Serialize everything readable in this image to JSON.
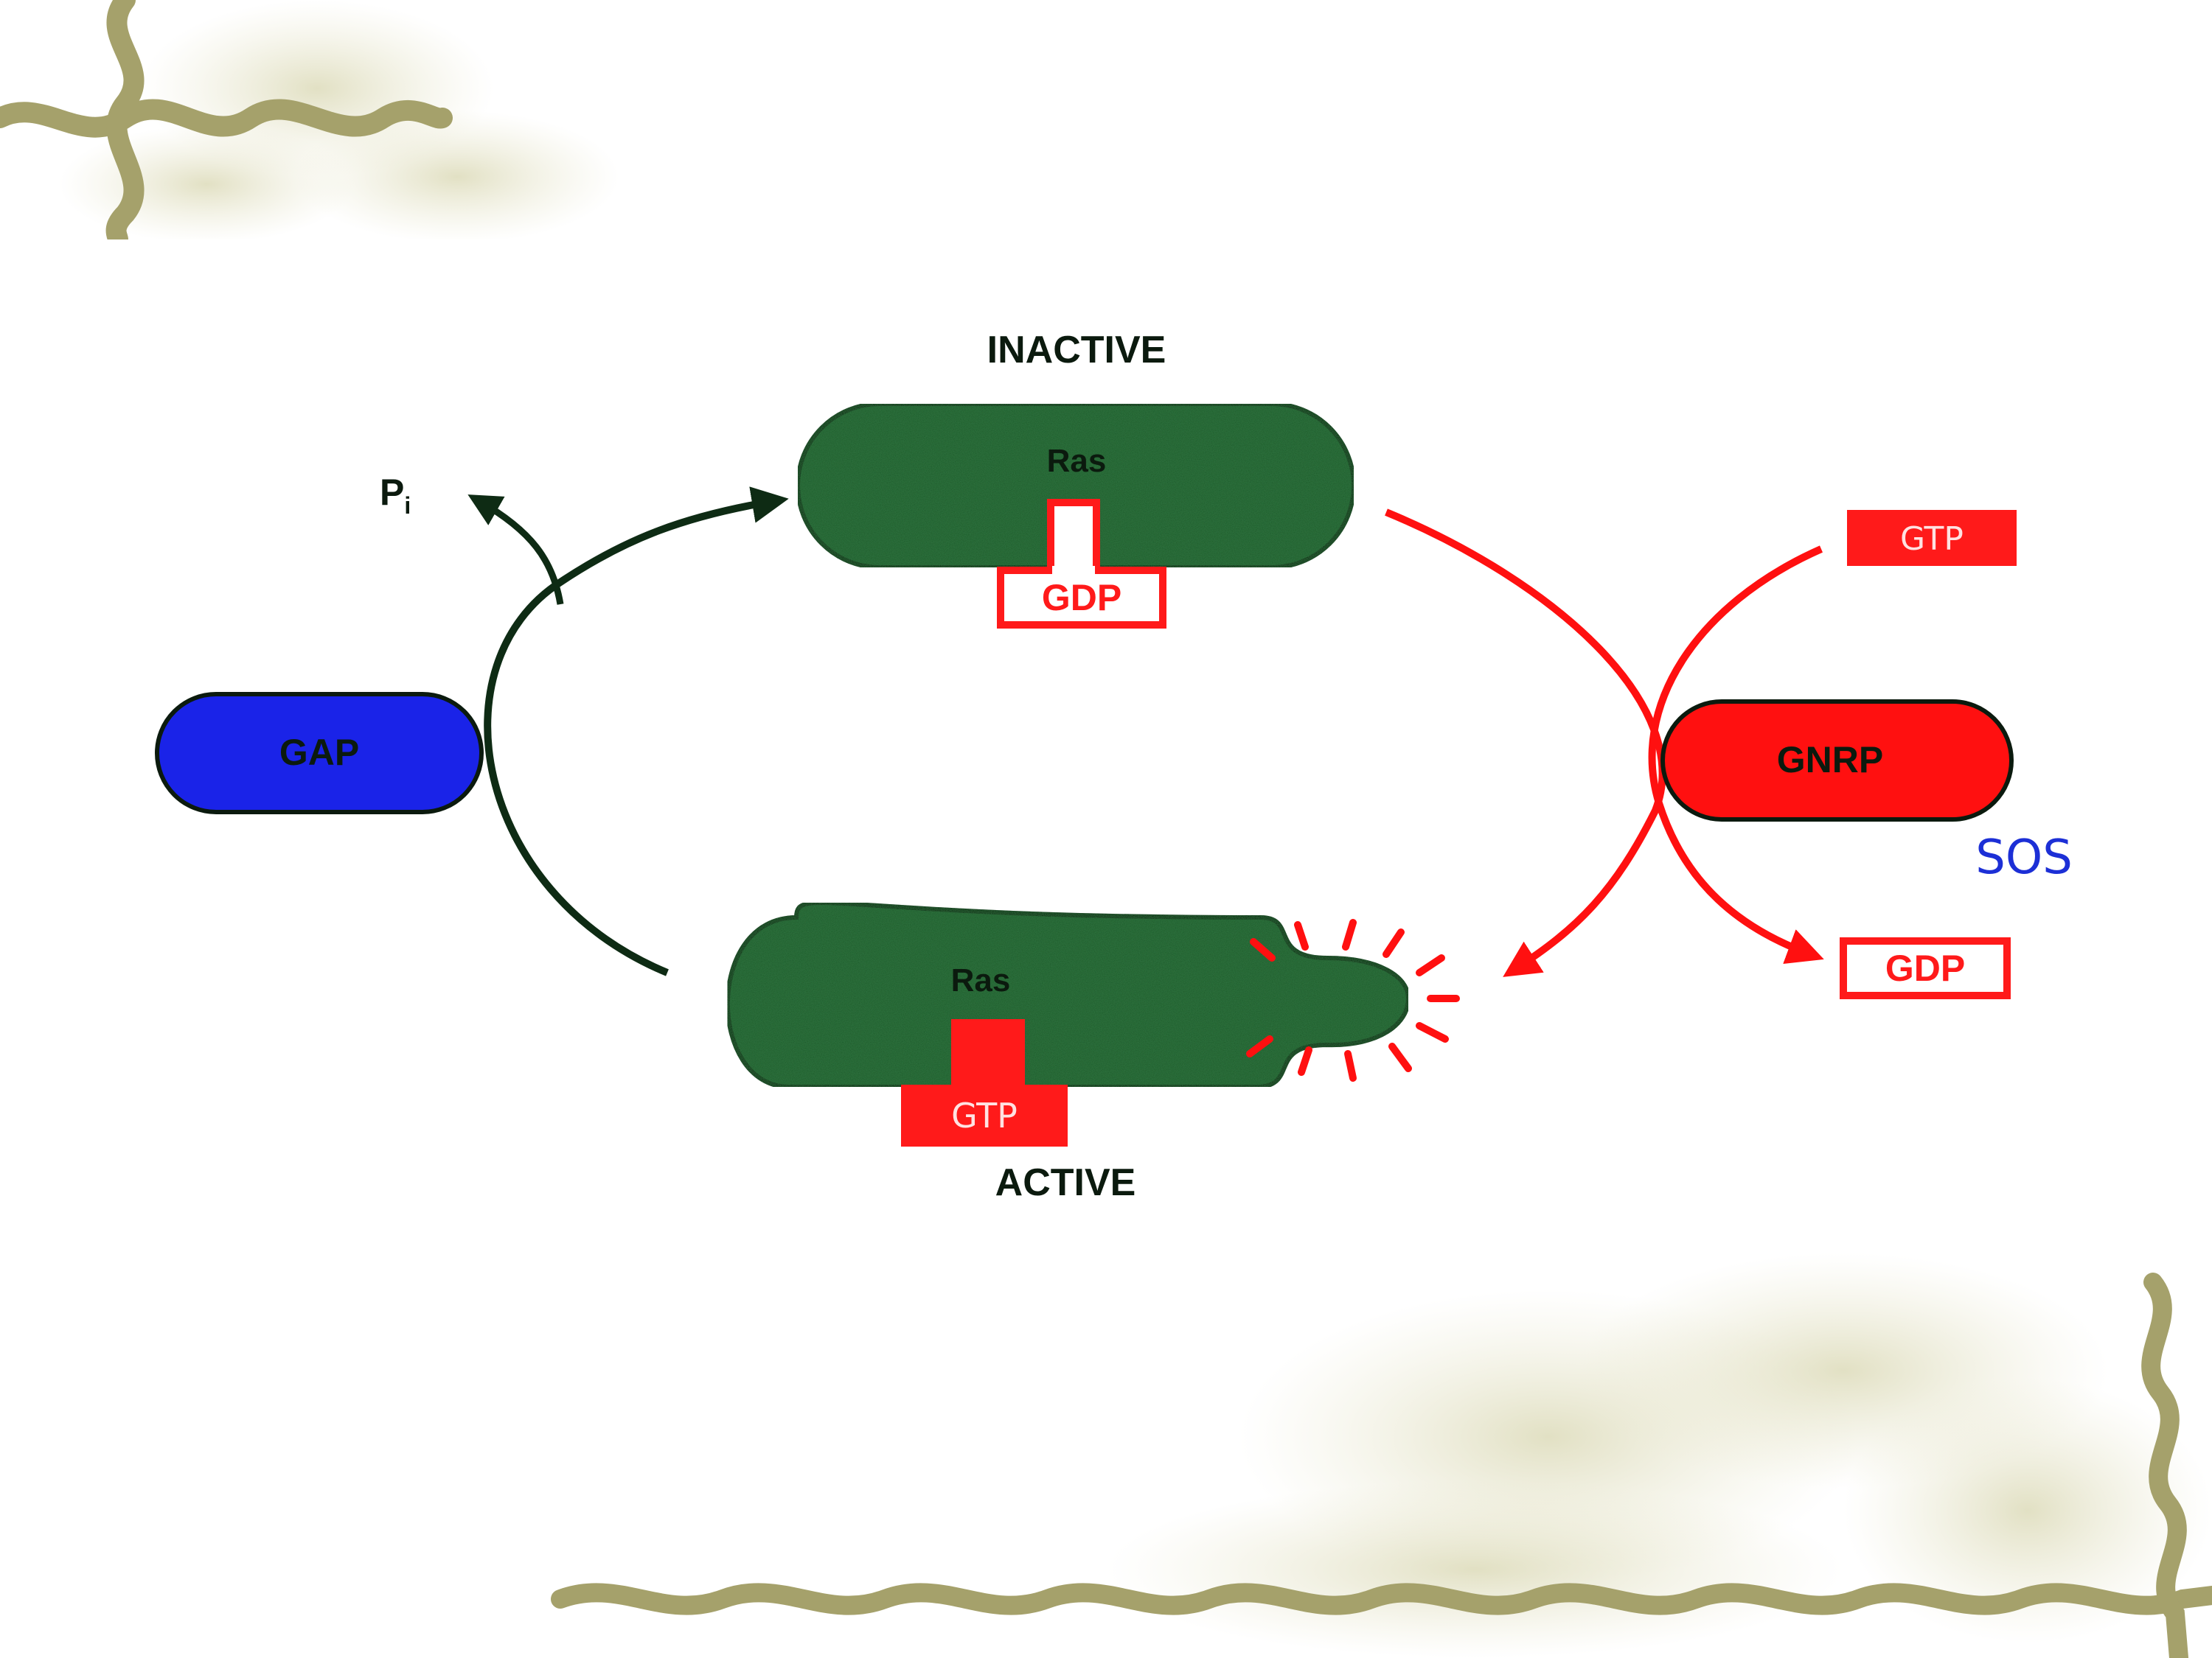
{
  "diagram": {
    "states": {
      "inactive_label": "INACTIVE",
      "active_label": "ACTIVE"
    },
    "proteins": {
      "ras_inactive": "Ras",
      "ras_active": "Ras",
      "gap": "GAP",
      "gnrp": "GNRP"
    },
    "nucleotides": {
      "gdp_bound": "GDP",
      "gtp_bound": "GTP",
      "gtp_in": "GTP",
      "gdp_out": "GDP"
    },
    "phosphate": {
      "symbol": "P",
      "subscript": "i"
    },
    "annotation": "SOS"
  },
  "colors": {
    "ras_green": "#1f5a2a",
    "gap_blue": "#1a23e8",
    "gnrp_red": "#ff1010",
    "nucleotide_red": "#ff1a1a",
    "arrow_dark": "#0e2b14",
    "annotation_blue": "#1c2fd6",
    "vine_olive": "#a5a16b"
  },
  "icons": [
    "vine-border-decoration",
    "activation-burst-icon",
    "arrow-head"
  ]
}
